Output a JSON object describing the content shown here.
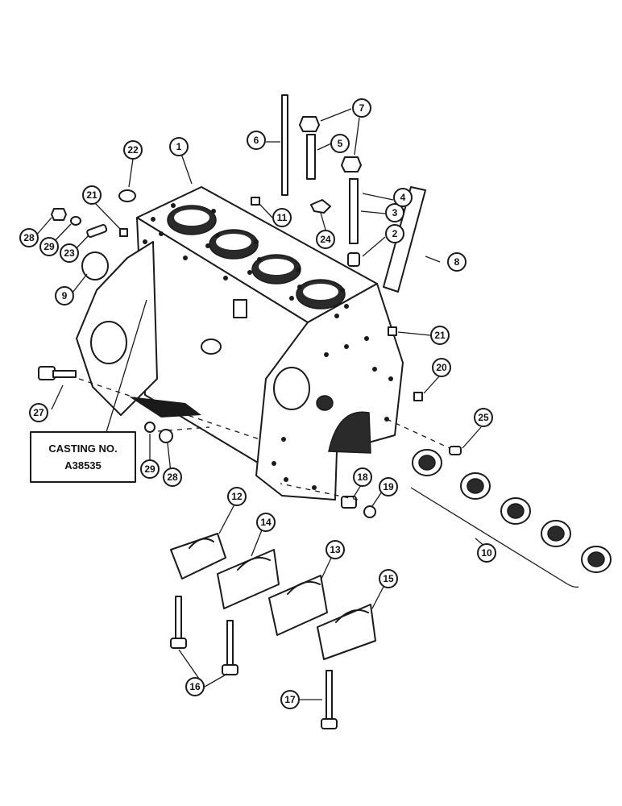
{
  "casting_box": {
    "line1": "CASTING NO.",
    "line2": "A38535"
  },
  "callouts": [
    "1",
    "2",
    "3",
    "4",
    "5",
    "6",
    "7",
    "8",
    "9",
    "10",
    "11",
    "12",
    "13",
    "14",
    "15",
    "16",
    "17",
    "18",
    "19",
    "20",
    "21",
    "22",
    "23",
    "24",
    "25",
    "27",
    "28",
    "29"
  ],
  "colors": {
    "ink": "#1a1a1a",
    "paper": "#ffffff"
  }
}
